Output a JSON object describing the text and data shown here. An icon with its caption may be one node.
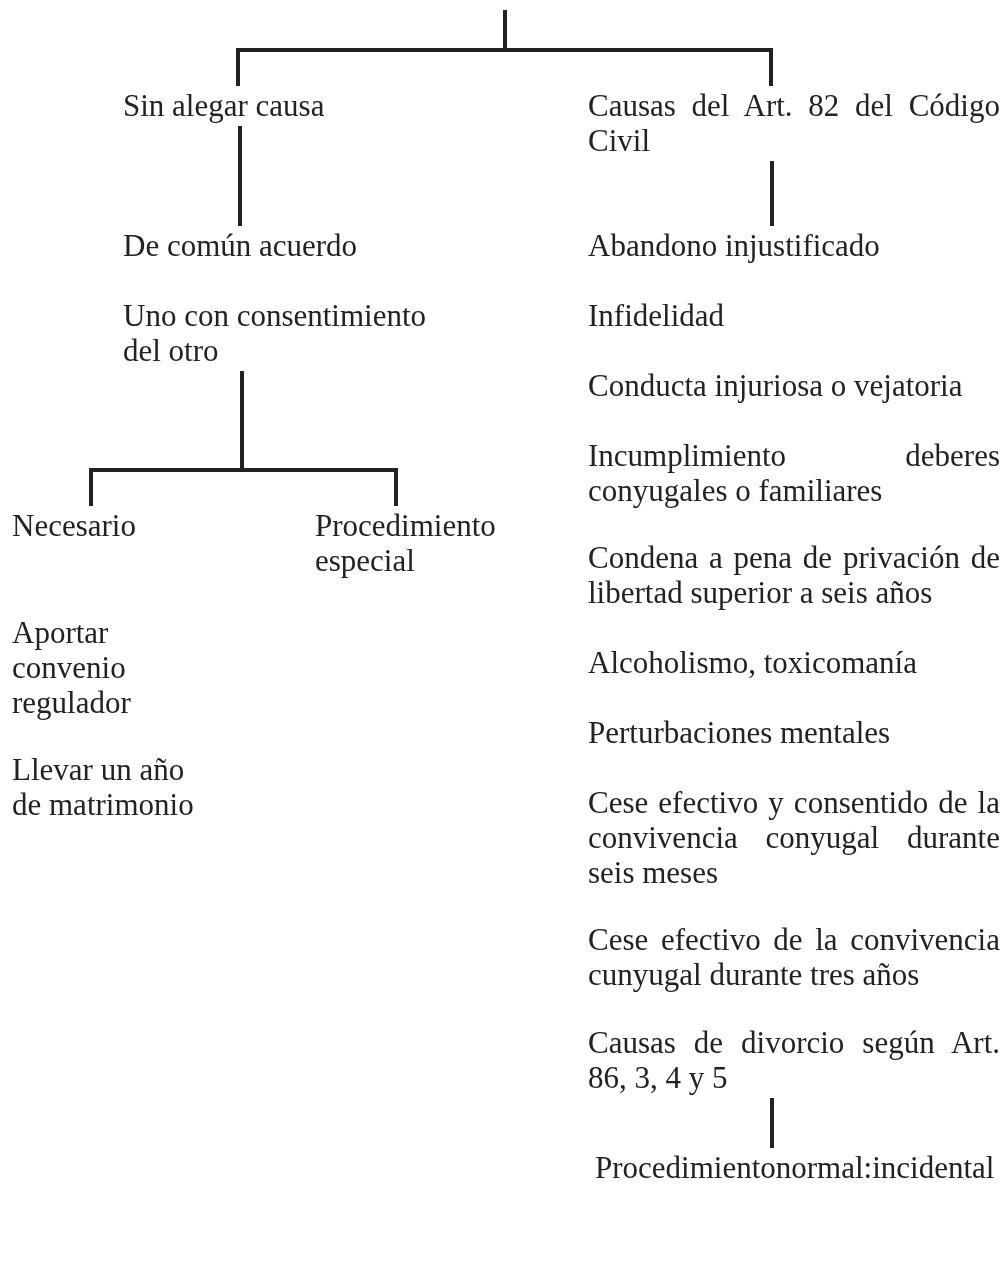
{
  "diagram": {
    "nodes": [
      {
        "text": [
          "Sin alegar causa"
        ]
      },
      {
        "text": [
          "Causas del Art. 82 del Código Civil"
        ]
      },
      {
        "text": [
          "De común acuerdo"
        ]
      },
      {
        "text": [
          "Uno con consentimiento del otro"
        ]
      },
      {
        "text": [
          "Necesario"
        ]
      },
      {
        "text": [
          "Procedimiento especial"
        ]
      },
      {
        "text": [
          "Abandono injustificado"
        ]
      },
      {
        "text": [
          "Causas de divorcio según Art. 86, 3, 4 y 5"
        ]
      },
      {
        "text": [
          "Procedimientonormal:incidental"
        ]
      }
    ],
    "edges": [
      {
        "from": null,
        "to": 0,
        "arrow": "none"
      },
      {
        "from": null,
        "to": 1,
        "arrow": "none"
      },
      {
        "from": 0,
        "to": 2,
        "arrow": "none"
      },
      {
        "from": 3,
        "to": 4,
        "arrow": "none"
      },
      {
        "from": 3,
        "to": 5,
        "arrow": "none"
      },
      {
        "from": 1,
        "to": 6,
        "arrow": "none"
      },
      {
        "from": 7,
        "to": 8,
        "arrow": "none"
      }
    ],
    "labels": [
      "Aportar convenio regulador",
      "Llevar un año de matrimonio",
      "Infidelidad",
      "Conducta injuriosa o vejatoria",
      "Incumplimiento deberes conyugales o familiares",
      "Condena a pena de privación de libertad superior a seis años",
      "Alcoholismo, toxicomanía",
      "Perturbaciones mentales",
      "Cese efectivo y consentido de la convivencia conyugal durante seis meses",
      "Cese efectivo de la convivencia cunyugal durante tres años"
    ]
  }
}
